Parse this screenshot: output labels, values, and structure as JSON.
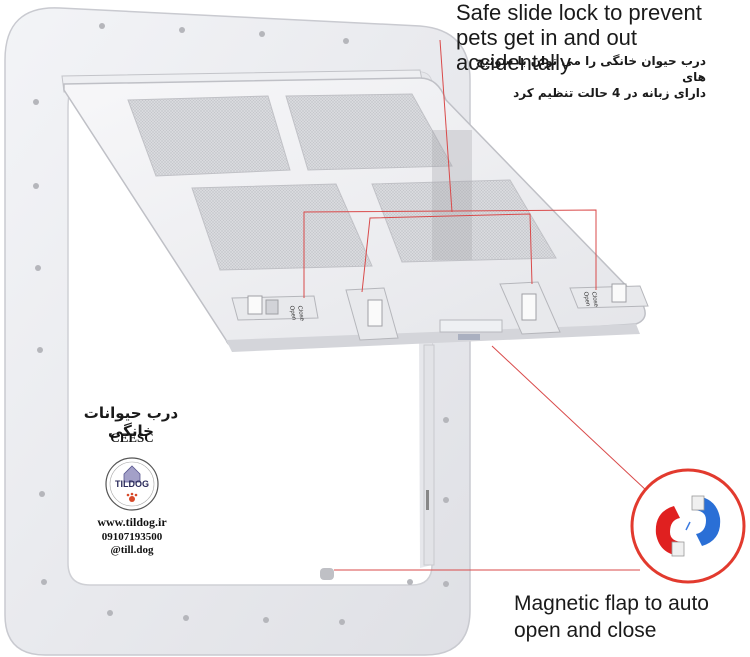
{
  "callouts": {
    "lock_title_line1": "Safe slide lock to prevent",
    "lock_title_line2": "pets get in and out accidentally",
    "lock_fa_line1": "درب حیوان خانگی را می توان با سوئیچ های",
    "lock_fa_line2": "دارای زبانه در 4 حالت تنظیم کرد",
    "magnet_line1": "Magnetic flap to auto",
    "magnet_line2": "open and close"
  },
  "branding": {
    "title_fa": "درب حیوانات خانگی",
    "model": "CEESC",
    "logo_text": "TILDOG",
    "website": "www.tildog.ir",
    "phone": "09107193500",
    "handle": "@till.dog"
  },
  "lock_labels": {
    "open": "Open",
    "close": "Close"
  },
  "colors": {
    "callout_line": "#d94a4a",
    "frame": "#e9eaee",
    "mesh": "#d6d7dc",
    "magnet_red": "#e02020",
    "magnet_blue": "#2a6fd6"
  },
  "icons": {
    "magnet": "magnet-icon",
    "paw": "paw-icon",
    "logo_house": "house-icon"
  }
}
